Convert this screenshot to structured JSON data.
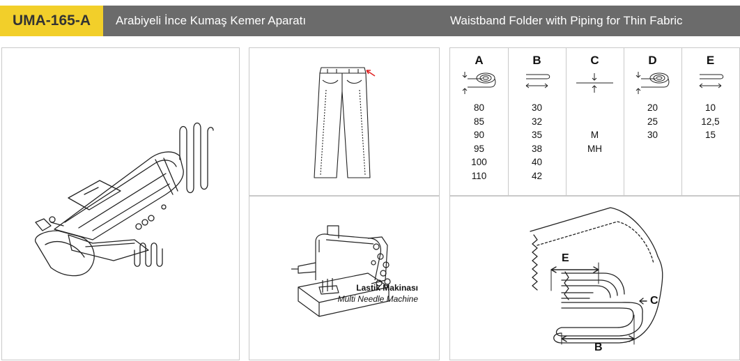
{
  "header": {
    "code": "UMA-165-A",
    "title_tr": "Arabiyeli İnce Kumaş Kemer Aparatı",
    "title_en": "Waistband Folder with Piping for Thin Fabric"
  },
  "machine": {
    "label_tr": "Lastik Makinası",
    "label_en": "Multi Needle Machine"
  },
  "spec_table": {
    "columns": [
      {
        "letter": "A",
        "icon": "roll-height-icon",
        "values": [
          "80",
          "85",
          "90",
          "95",
          "100",
          "110"
        ]
      },
      {
        "letter": "B",
        "icon": "folded-width-icon",
        "values": [
          "30",
          "32",
          "35",
          "38",
          "40",
          "42"
        ]
      },
      {
        "letter": "C",
        "icon": "fabric-thickness-icon",
        "values": [
          "",
          "",
          "M",
          "MH",
          "",
          ""
        ]
      },
      {
        "letter": "D",
        "icon": "roll-height-icon",
        "values": [
          "20",
          "25",
          "30",
          "",
          "",
          ""
        ]
      },
      {
        "letter": "E",
        "icon": "folded-width-icon",
        "values": [
          "10",
          "12,5",
          "15",
          "",
          "",
          ""
        ]
      }
    ]
  },
  "diagram": {
    "label_e": "E",
    "label_b": "B",
    "label_c": "C"
  },
  "colors": {
    "header_bg": "#6b6b6b",
    "code_bg": "#f2cf2a",
    "border": "#c9c9c9"
  }
}
